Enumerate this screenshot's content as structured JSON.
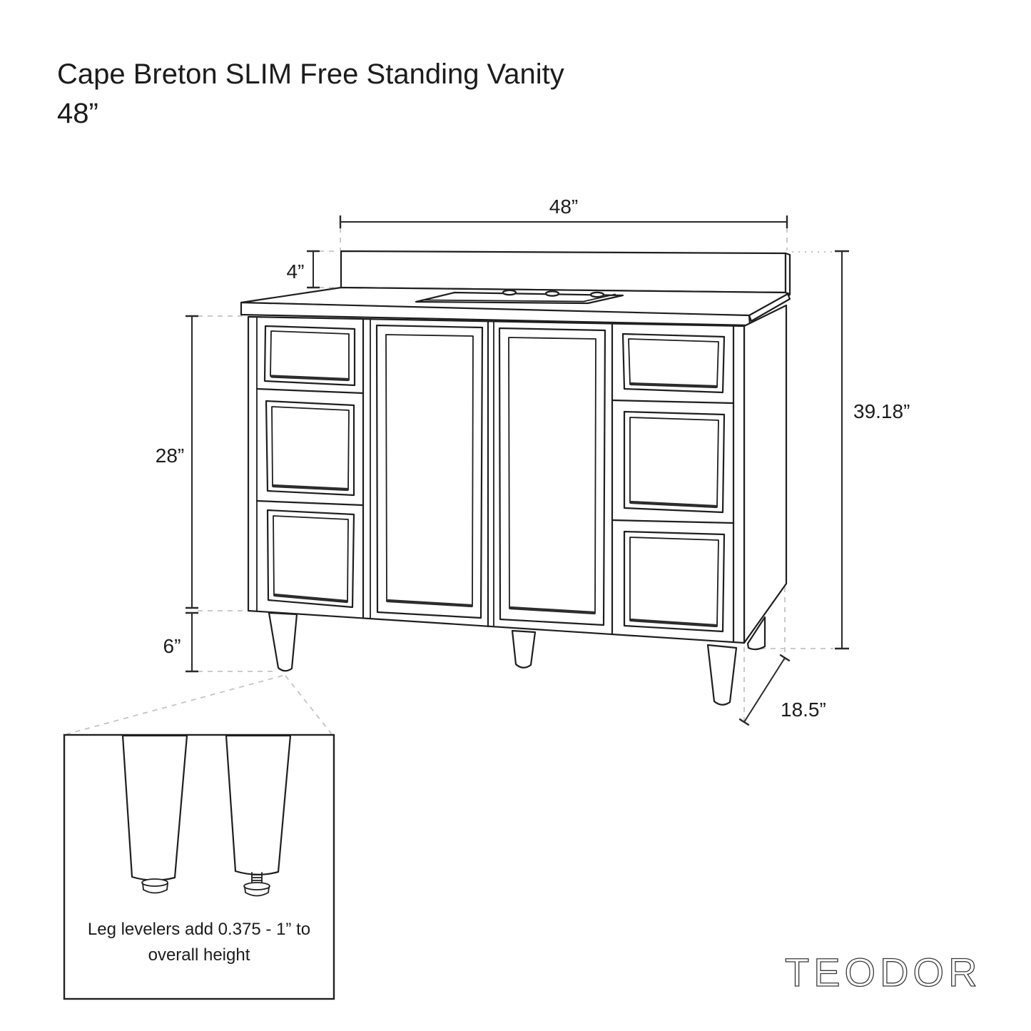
{
  "title": {
    "line1": "Cape Breton SLIM Free Standing Vanity",
    "line2": "48”"
  },
  "drawing": {
    "type": "product-dimension-diagram",
    "product": "free standing bathroom vanity, two doors, six drawers, backsplash, tapered legs",
    "dimension_labels": {
      "overall_width": "48”",
      "backsplash_height": "4”",
      "cabinet_height": "28”",
      "leg_height": "6”",
      "overall_height": "39.18”",
      "depth": "18.5”"
    }
  },
  "inset": {
    "note_line1": "Leg levelers add 0.375 - 1” to",
    "note_line2": "overall height"
  },
  "brand": "TEODOR",
  "colors": {
    "line": "#1f1f1f",
    "dim": "#2a2a2a",
    "dashed": "#c4c4c4",
    "text": "#1c1c1c",
    "background": "#ffffff"
  }
}
